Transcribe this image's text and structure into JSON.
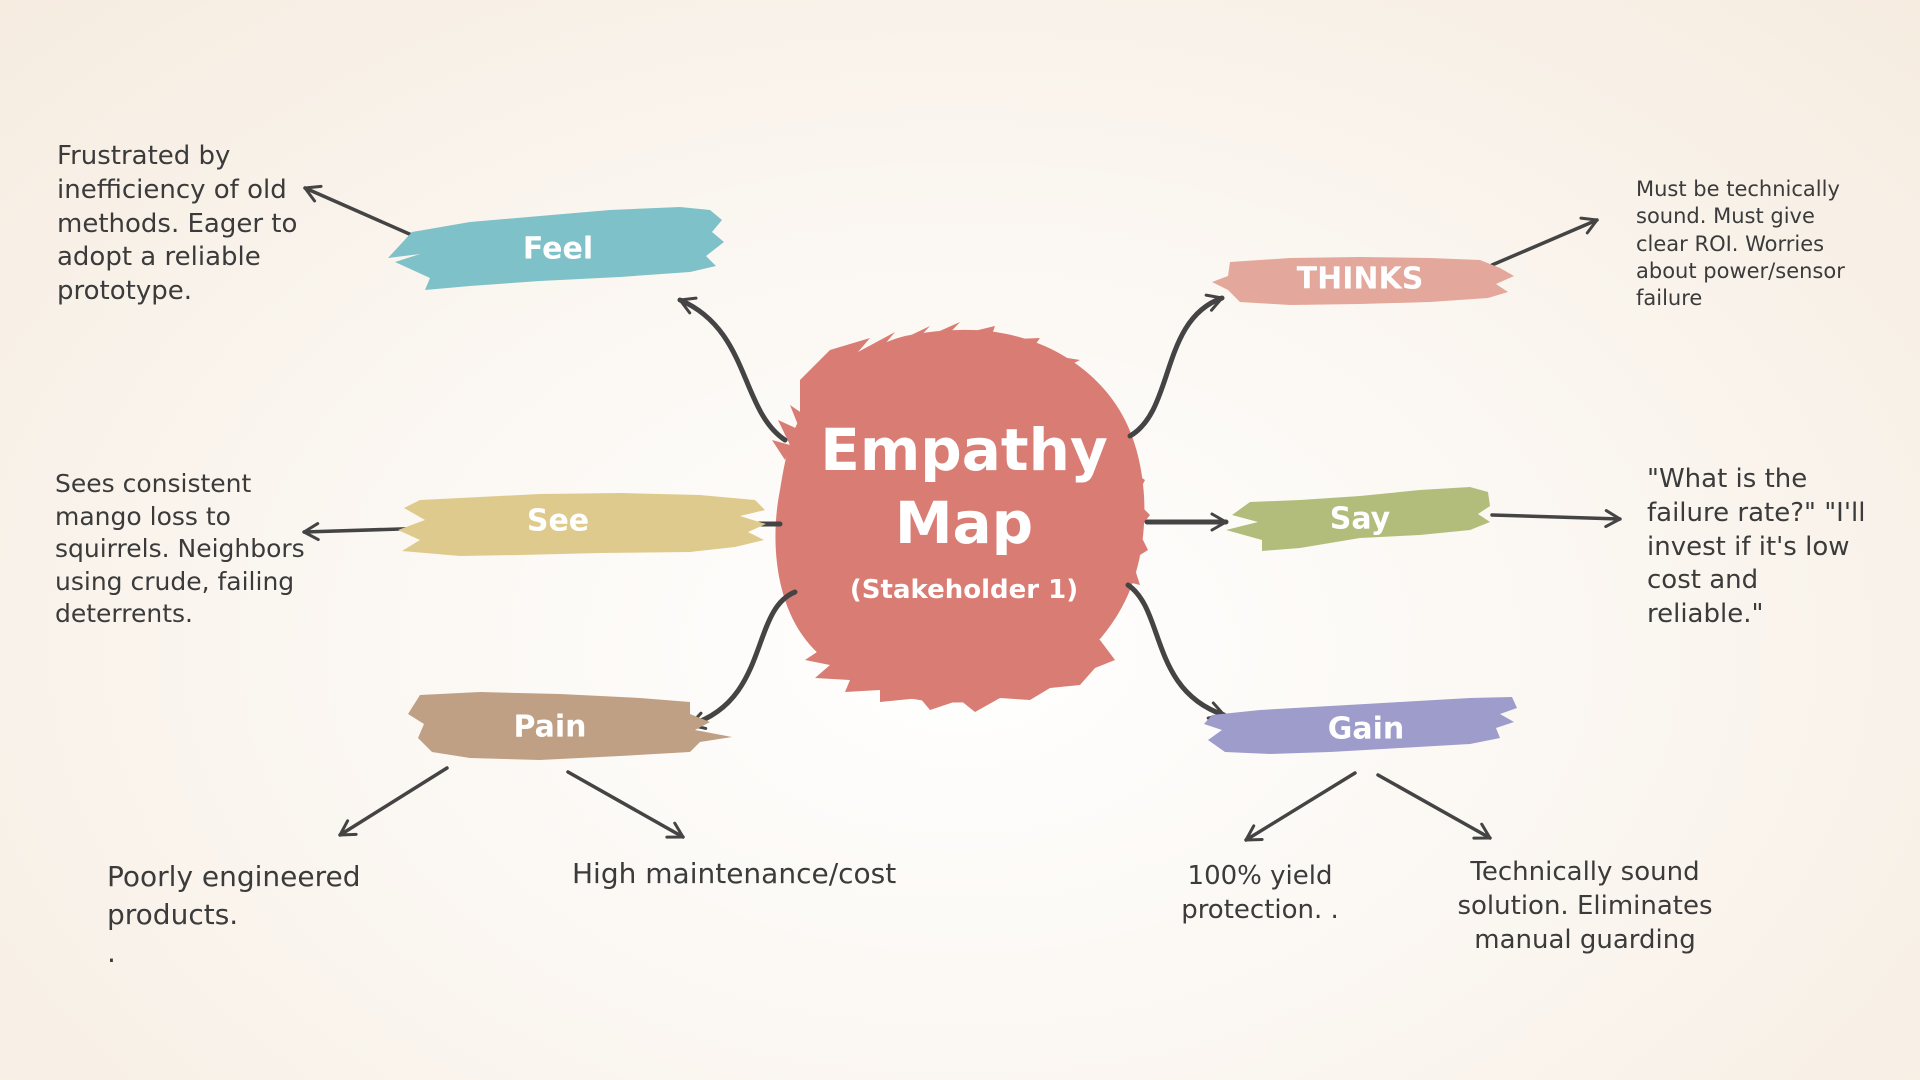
{
  "center": {
    "title_line1": "Empathy",
    "title_line2": "Map",
    "subtitle": "(Stakeholder 1)",
    "color": "#d97c74"
  },
  "nodes": {
    "feel": {
      "label": "Feel",
      "color": "#7fc1c8"
    },
    "see": {
      "label": "See",
      "color": "#dfca8e"
    },
    "pain": {
      "label": "Pain",
      "color": "#c0a085"
    },
    "thinks": {
      "label": "THINKS",
      "color": "#e3a89b"
    },
    "say": {
      "label": "Say",
      "color": "#b2bd7b"
    },
    "gain": {
      "label": "Gain",
      "color": "#9d9ccb"
    }
  },
  "notes": {
    "feel": "Frustrated by\ninefficiency of old\nmethods. Eager to\nadopt a reliable\nprototype.",
    "see": "Sees consistent\nmango loss to\nsquirrels. Neighbors\nusing crude, failing\ndeterrents.",
    "thinks": "Must be technically\nsound. Must give\nclear ROI. Worries\nabout power/sensor\nfailure",
    "say": "\"What is the\nfailure rate?\" \"I'll\ninvest if it's low\ncost and\nreliable.\"",
    "pain_1": " Poorly engineered\nproducts.\n.",
    "pain_2": "High maintenance/cost",
    "gain_1": "100% yield\nprotection. .",
    "gain_2": "Technically sound\nsolution. Eliminates\nmanual guarding"
  },
  "arrow_color": "#444444"
}
